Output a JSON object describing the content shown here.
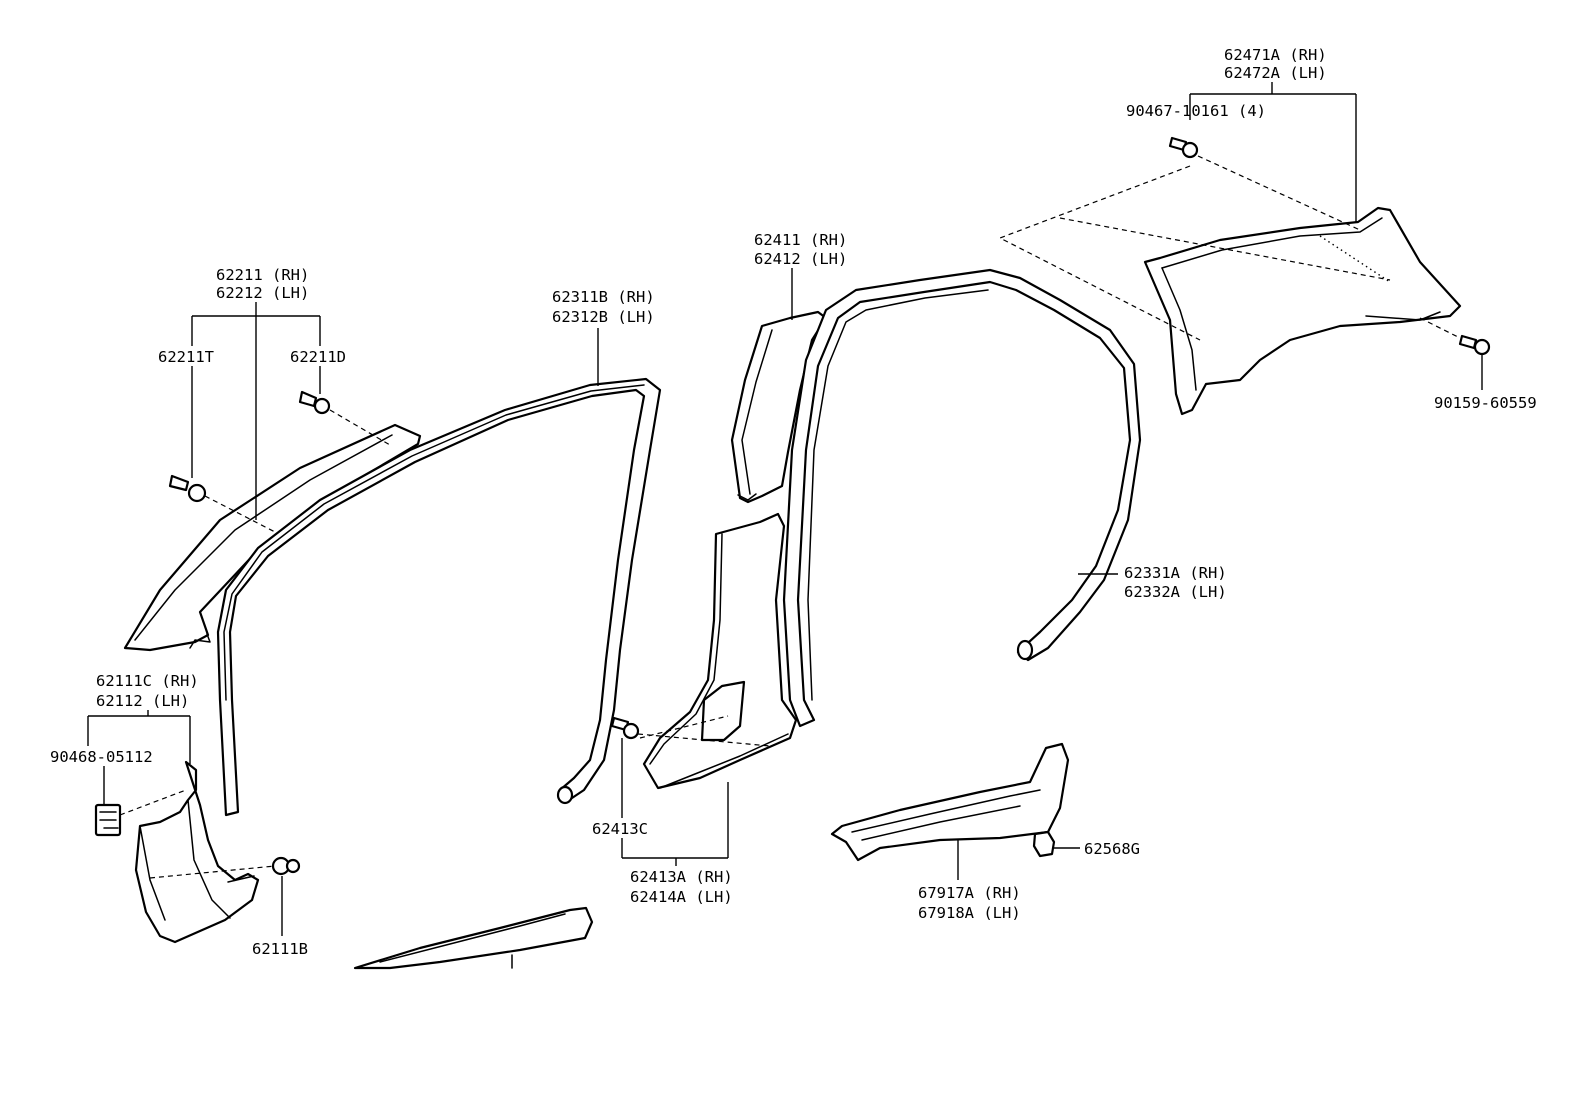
{
  "labels": {
    "l62471A": "62471A (RH)",
    "l62472A": "62472A (LH)",
    "l90467": "90467-10161 (4)",
    "l90159": "90159-60559",
    "l62411": "62411 (RH)",
    "l62412": "62412 (LH)",
    "l62311B": "62311B (RH)",
    "l62312B": "62312B (LH)",
    "l62211": "62211 (RH)",
    "l62212": "62212 (LH)",
    "l62211T": "62211T",
    "l62211D": "62211D",
    "l62331A": "62331A (RH)",
    "l62332A": "62332A (LH)",
    "l62111C": "62111C (RH)",
    "l62112": "62112   (LH)",
    "l90468": "90468-05112",
    "l62111B": "62111B",
    "l62413C": "62413C",
    "l62413A": "62413A (RH)",
    "l62414A": "62414A (LH)",
    "l67917A": "67917A (RH)",
    "l67918A": "67918A (LH)",
    "l62568G": "62568G"
  }
}
